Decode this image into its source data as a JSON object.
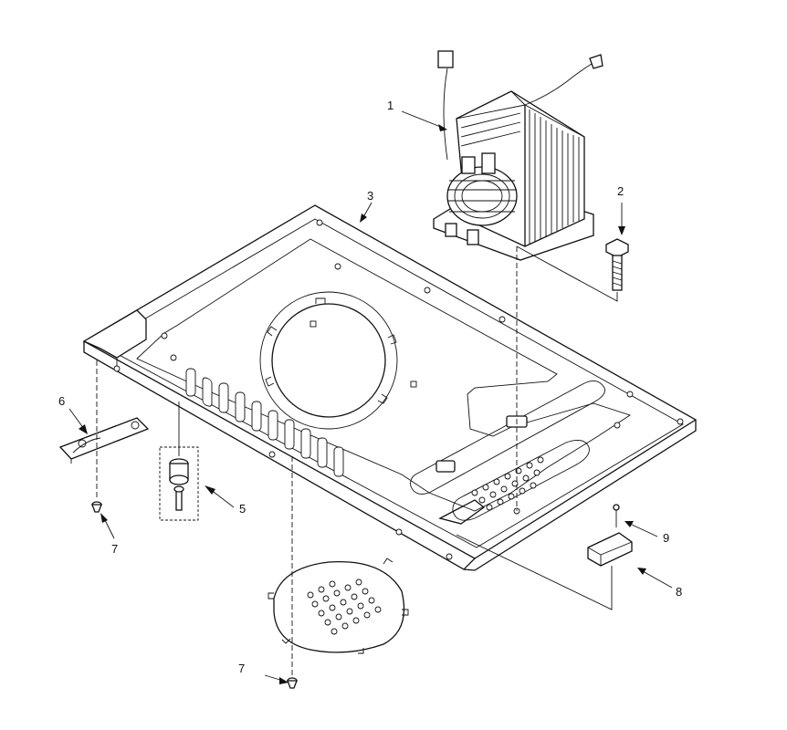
{
  "callouts": [
    {
      "id": "1",
      "label": "1",
      "part": "transformer"
    },
    {
      "id": "2",
      "label": "2",
      "part": "transformer-screw"
    },
    {
      "id": "3",
      "label": "3",
      "part": "base-plate"
    },
    {
      "id": "5",
      "label": "5",
      "part": "foot-assembly"
    },
    {
      "id": "6",
      "label": "6",
      "part": "bracket"
    },
    {
      "id": "7a",
      "label": "7",
      "part": "screw"
    },
    {
      "id": "7b",
      "label": "7",
      "part": "screw"
    },
    {
      "id": "8",
      "label": "8",
      "part": "lead-holder"
    },
    {
      "id": "9",
      "label": "9",
      "part": "screw"
    }
  ],
  "colors": {
    "ink": "#111111",
    "paper": "#ffffff"
  }
}
